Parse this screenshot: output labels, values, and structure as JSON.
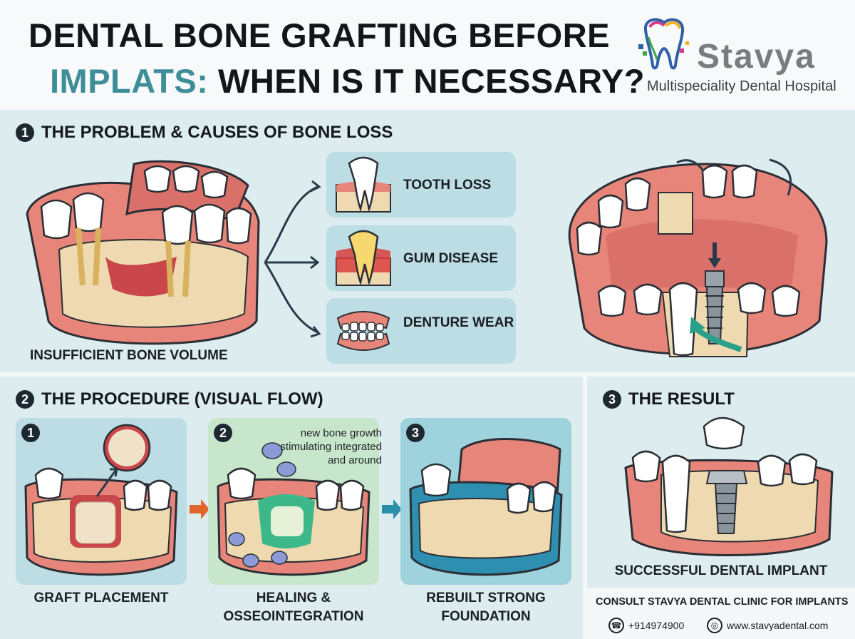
{
  "header": {
    "title_line1": "DENTAL BONE GRAFTING BEFORE",
    "title_line2_accent": "IMPLATS:",
    "title_line2_rest": "WHEN IS IT NECESSARY?"
  },
  "brand": {
    "name": "Stavya",
    "subtitle": "Multispeciality Dental Hospital",
    "accent_color": "#3e8e98"
  },
  "section1": {
    "number": "1",
    "heading": "THE PROBLEM & CAUSES OF BONE LOSS",
    "left_label": "INSUFFICIENT BONE VOLUME",
    "causes": [
      {
        "label": "TOOTH LOSS",
        "icon": "tooth-loss-icon"
      },
      {
        "label": "GUM DISEASE",
        "icon": "gum-disease-icon"
      },
      {
        "label": "DENTURE WEAR",
        "icon": "denture-icon"
      }
    ]
  },
  "section2": {
    "number": "2",
    "heading": "THE PROCEDURE (VISUAL FLOW)",
    "steps": [
      {
        "num": "1",
        "label": "GRAFT PLACEMENT"
      },
      {
        "num": "2",
        "label": "HEALING & OSSEOINTEGRATION"
      },
      {
        "num": "3",
        "label": "REBUILT STRONG FOUNDATION"
      }
    ],
    "note": "new bone growth stimulating integrated and around"
  },
  "section3": {
    "number": "3",
    "heading": "THE RESULT",
    "label": "SUCCESSFUL DENTAL IMPLANT"
  },
  "consult": {
    "title": "CONSULT STAVYA DENTAL CLINIC FOR IMPLANTS",
    "phone": "+914974900",
    "website": "www.stavyadental.com"
  }
}
